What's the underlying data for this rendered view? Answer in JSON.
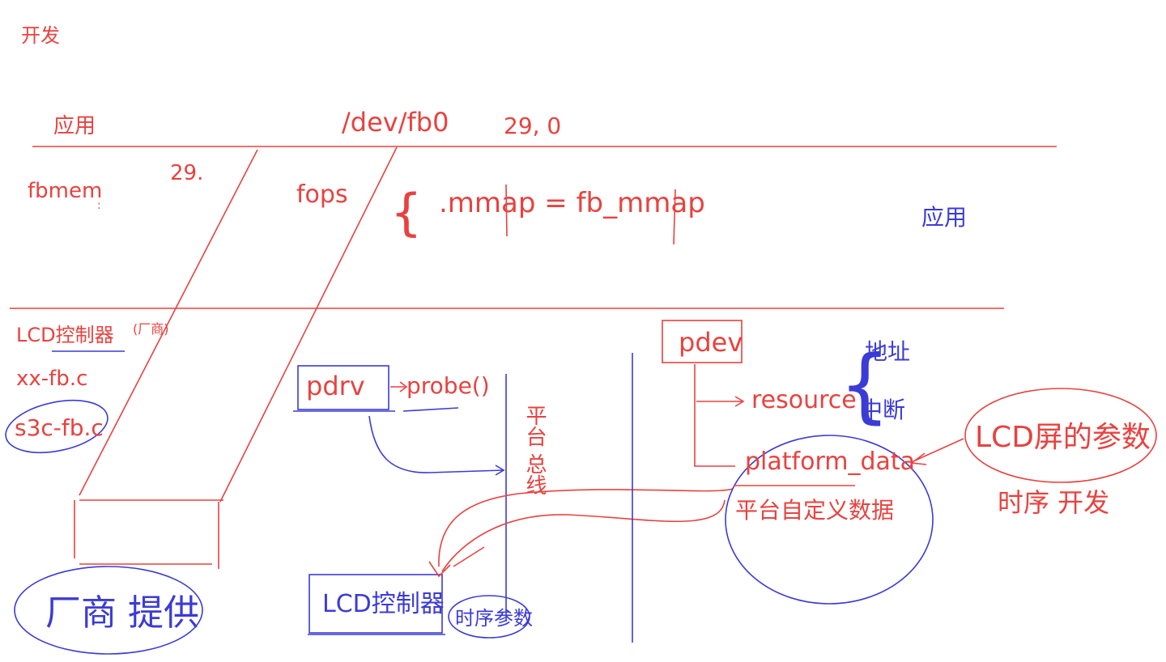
{
  "colors": {
    "red_ink": "#e8423f",
    "blue_ink": "#3b3bd6",
    "background": "#ffffff"
  },
  "labels": {
    "heading": "开发",
    "app_layer": "应用",
    "device_node": "/dev/fb0",
    "device_number": "29, 0",
    "fbmem": "fbmem",
    "fbmem_colon": ":",
    "fbmem_major": "29.",
    "fops": "fops",
    "brace_open": "{",
    "mmap_entry": ".mmap = fb_mmap",
    "right_app": "应用",
    "lcd_controller": "LCD控制器",
    "lcd_controller_note": "(厂商)",
    "xx_fb": "xx-fb.c",
    "s3c_fb": "s3c-fb.c",
    "vendor_impl": "厂商 提供",
    "pdrv": "pdrv",
    "probe": "probe()",
    "platform_bus": "平台 总线",
    "lcd_controller_box": "LCD控制器",
    "timing_params": "时序参数",
    "pdev": "pdev",
    "resource": "resource",
    "brace_addr": "{",
    "address": "地址",
    "interrupt": "中断",
    "platform_data": "platform_data",
    "platform_custom": "平台自定义数据",
    "lcd_params": "LCD屏的参数",
    "timing_dev": "时序 开发"
  }
}
